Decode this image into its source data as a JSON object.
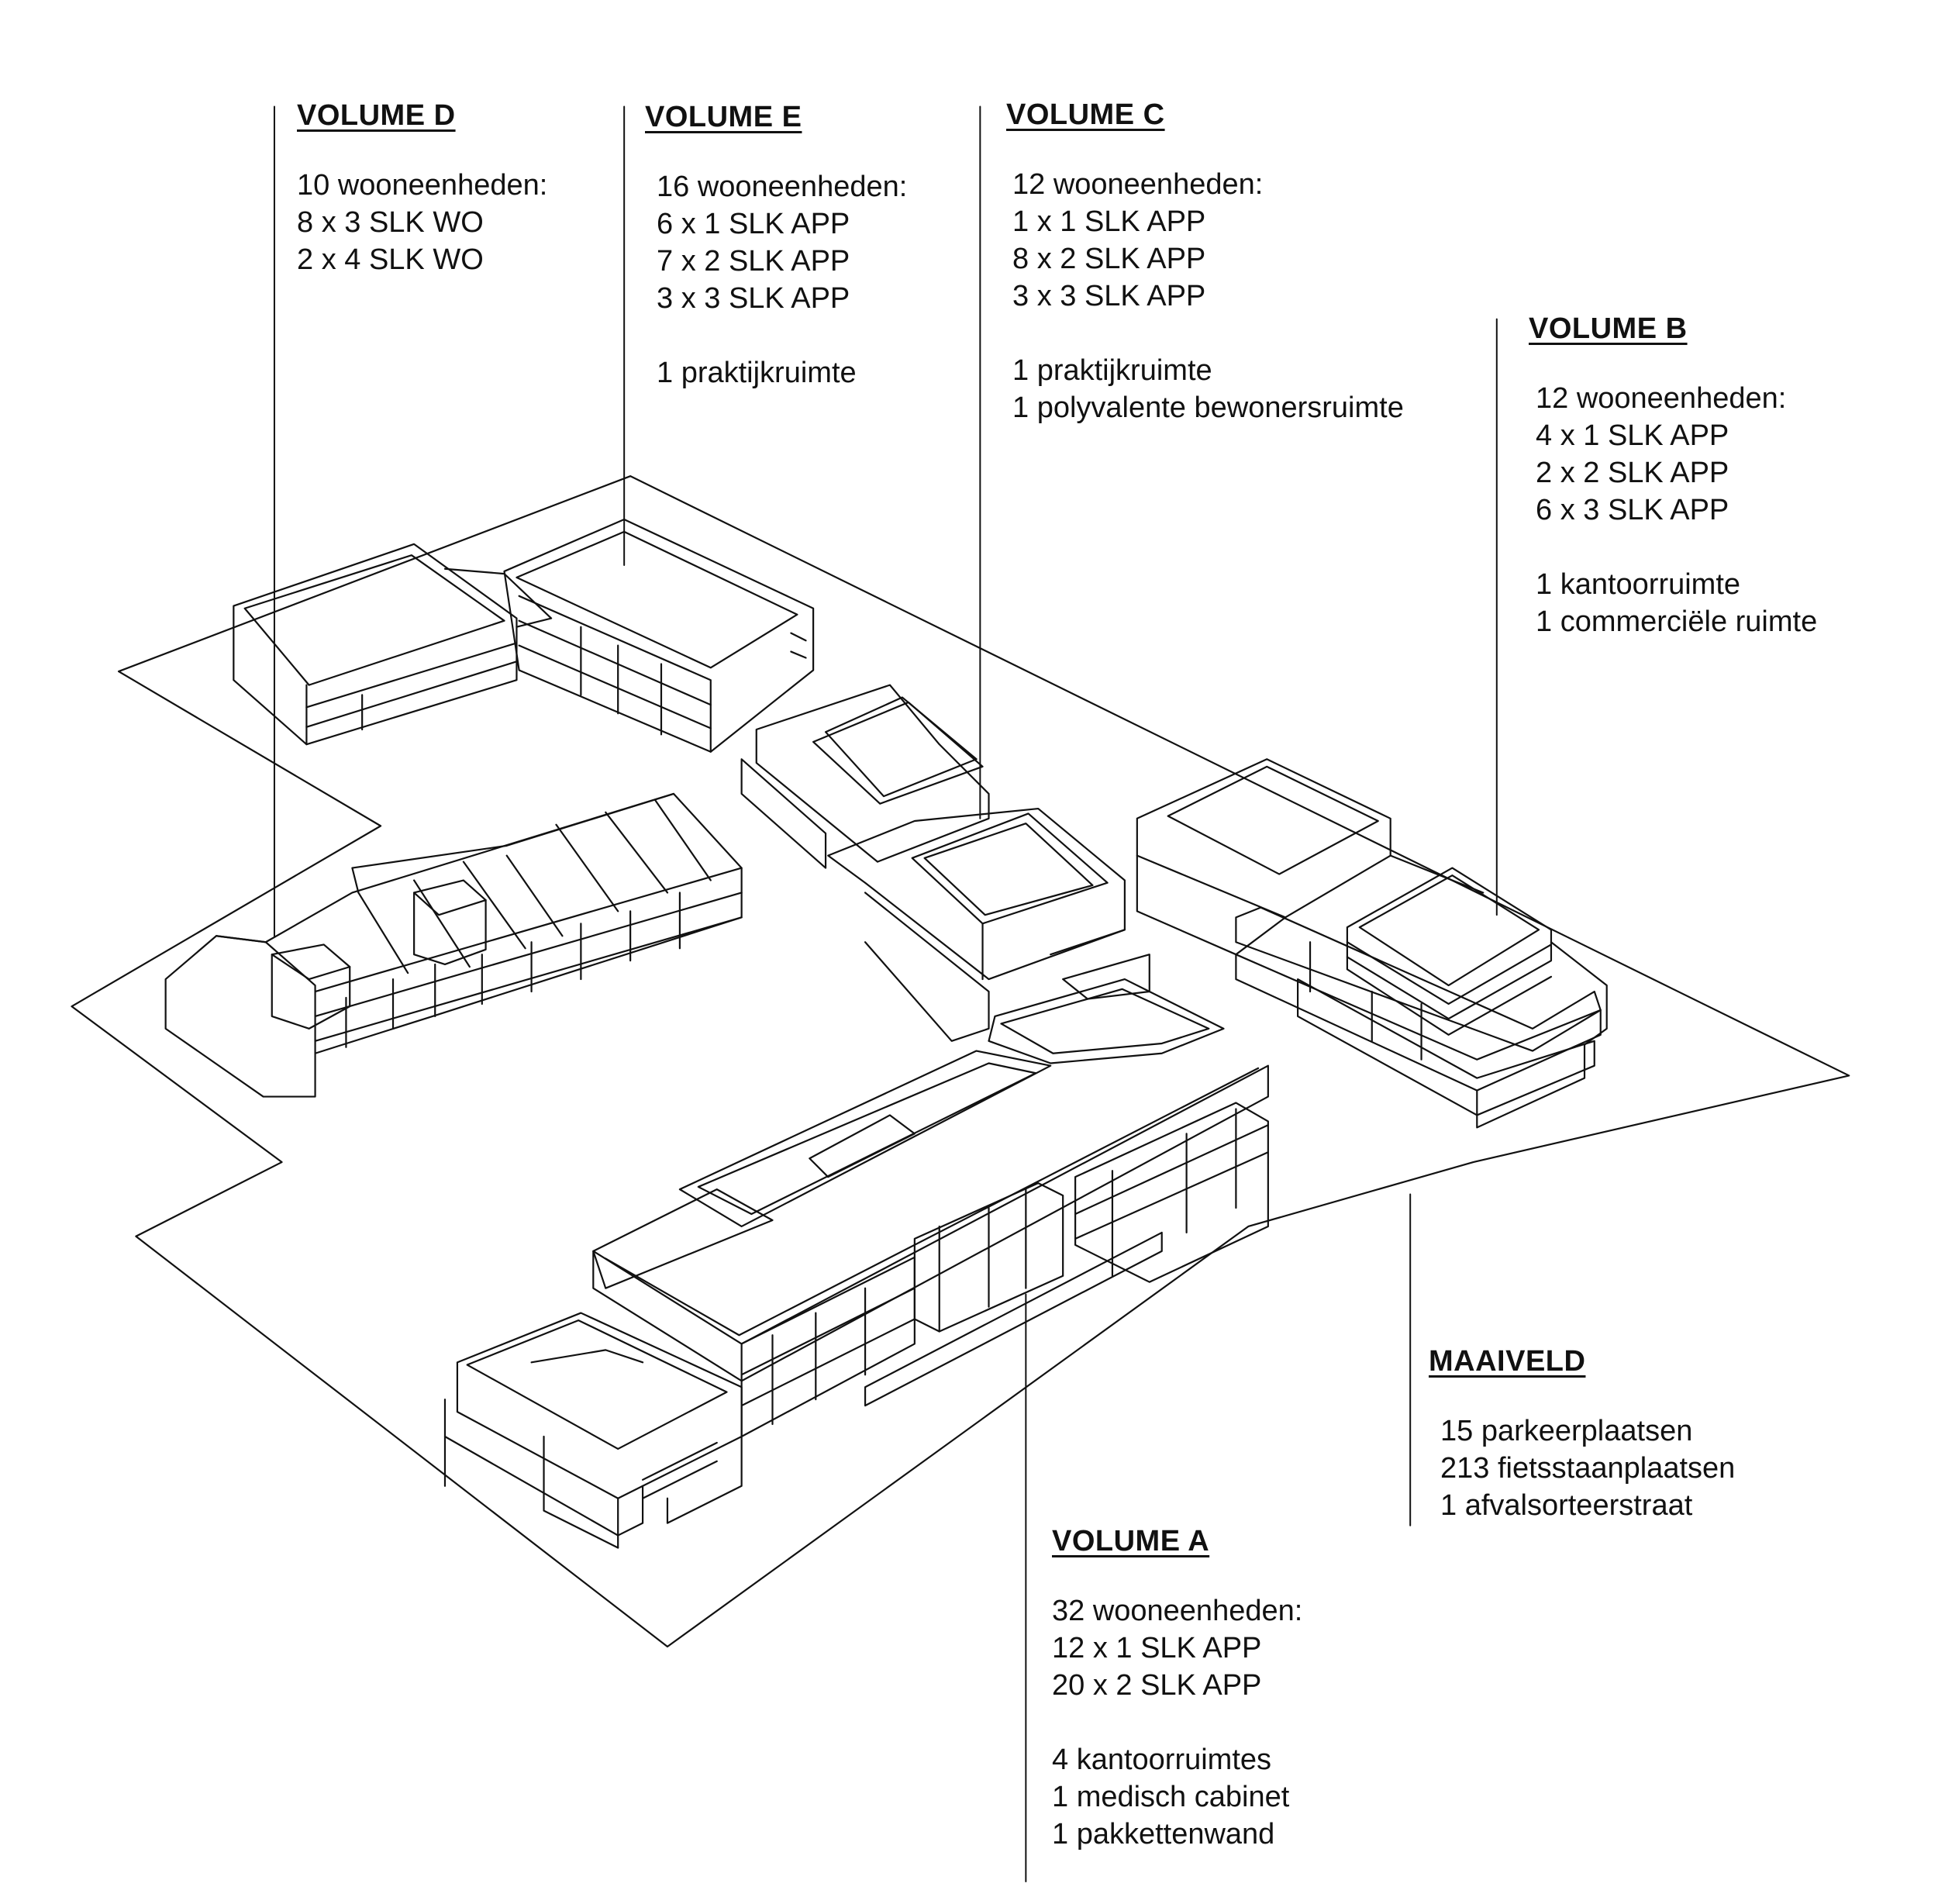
{
  "labels": {
    "volume_d": {
      "heading": "VOLUME D",
      "lines": [
        "10 wooneenheden:",
        "8 x 3 SLK WO",
        "2 x 4 SLK WO"
      ]
    },
    "volume_e": {
      "heading": "VOLUME E",
      "lines": [
        "16 wooneenheden:",
        "6 x 1 SLK APP",
        "7 x 2 SLK APP",
        "3 x 3 SLK APP"
      ],
      "extra": [
        "1 praktijkruimte"
      ]
    },
    "volume_c": {
      "heading": "VOLUME C",
      "lines": [
        "12 wooneenheden:",
        "1 x 1 SLK APP",
        "8 x 2 SLK APP",
        "3 x 3 SLK APP"
      ],
      "extra": [
        "1 praktijkruimte",
        "1 polyvalente bewonersruimte"
      ]
    },
    "volume_b": {
      "heading": "VOLUME B",
      "lines": [
        "12 wooneenheden:",
        "4 x 1 SLK APP",
        "2 x 2 SLK APP",
        "6 x 3 SLK APP"
      ],
      "extra": [
        "1 kantoorruimte",
        "1 commerciële ruimte"
      ]
    },
    "maaiveld": {
      "heading": "MAAIVELD",
      "lines": [
        "15 parkeerplaatsen",
        "213 fietsstaanplaatsen",
        "1 afvalsorteerstraat"
      ]
    },
    "volume_a": {
      "heading": "VOLUME A",
      "lines": [
        "32 wooneenheden:",
        "12 x 1 SLK APP",
        "20 x 2 SLK APP"
      ],
      "extra": [
        "4 kantoorruimtes",
        "1 medisch cabinet",
        "1 pakkettenwand"
      ]
    }
  },
  "colors": {
    "ink": "#111111",
    "paper": "#ffffff"
  }
}
